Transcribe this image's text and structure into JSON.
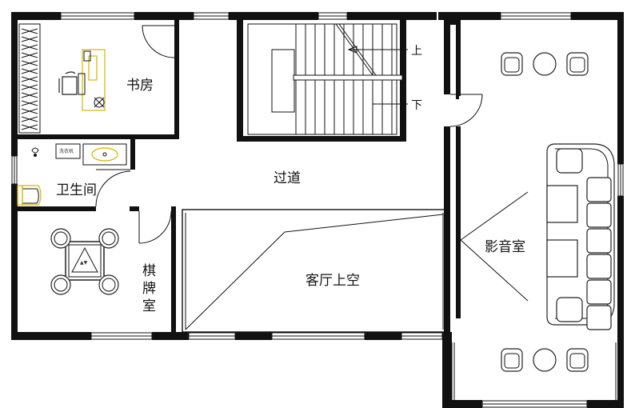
{
  "rooms": {
    "study": "书房",
    "bathroom": "卫生间",
    "chess_room_line1": "棋",
    "chess_room_line2": "牌",
    "chess_room_line3": "室",
    "corridor": "过道",
    "living_void": "客厅上空",
    "theater": "影音室"
  },
  "stairs": {
    "up": "上",
    "down": "下"
  },
  "fixtures": {
    "washing_machine": "洗衣机"
  }
}
